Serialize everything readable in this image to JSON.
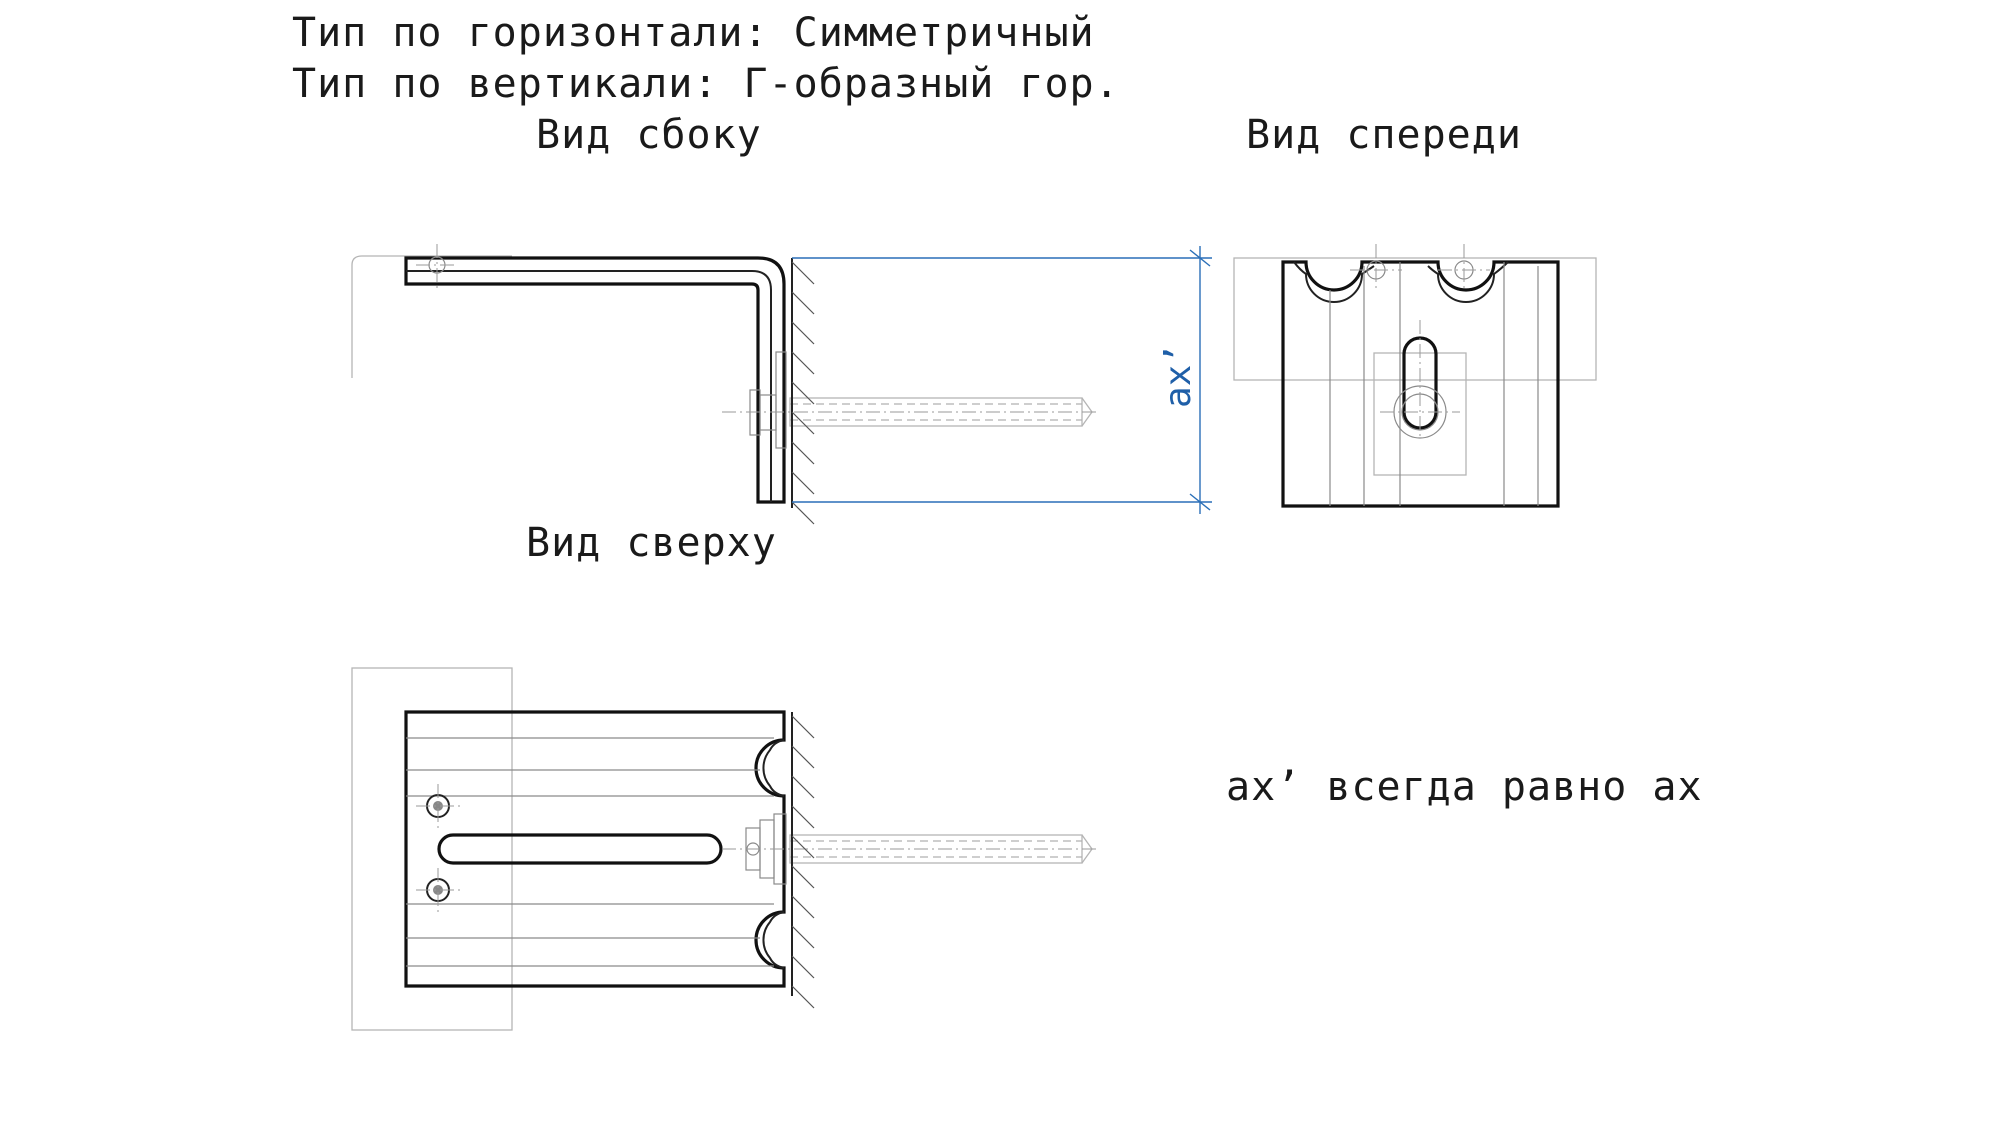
{
  "header": {
    "horizontal_type": "Тип по горизонтали: Симметричный",
    "vertical_type": "Тип по вертикали: Г-образный гор."
  },
  "views": {
    "side": "Вид сбоку",
    "front": "Вид спереди",
    "top": "Вид сверху"
  },
  "dimension": {
    "label": "ax’"
  },
  "note": "ax’ всегда равно ax"
}
